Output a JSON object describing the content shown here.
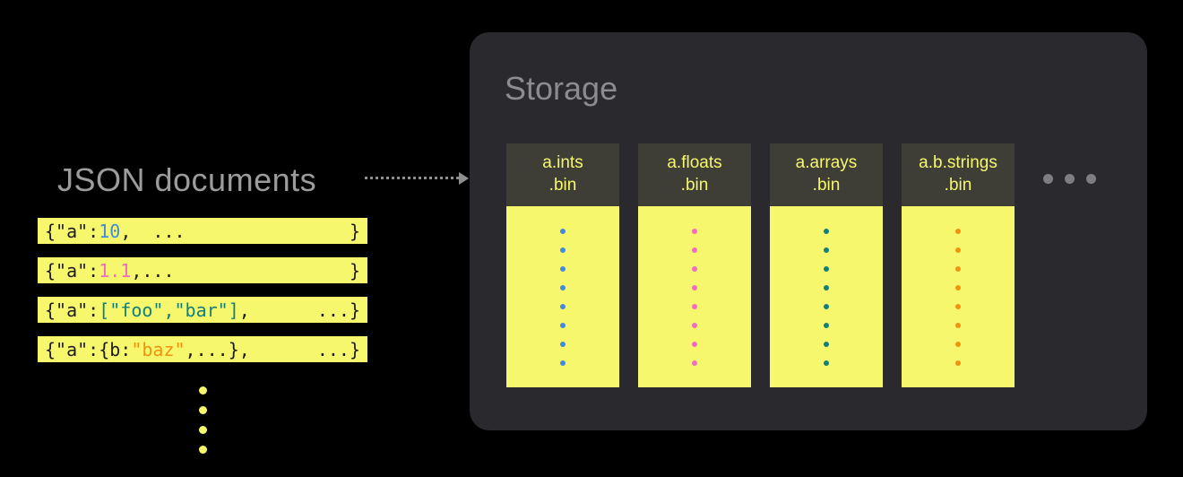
{
  "colors": {
    "code": "#1c1c1c",
    "blue": "#4489dd",
    "pink": "#f06cc4",
    "teal": "#12807a",
    "orange": "#f29310",
    "yellow": "#f7f76e",
    "panel": "#29292e",
    "header_bg": "#3e3e37",
    "label_gray": "#9c9c9c",
    "title_gray": "#8b8b90",
    "ellipsis_gray": "#7d7d82"
  },
  "left": {
    "title": "JSON documents",
    "rows": [
      {
        "segments": [
          {
            "text": "{\"a\":",
            "color": "code"
          },
          {
            "text": "10",
            "color": "blue"
          },
          {
            "text": ",  ...",
            "color": "code"
          }
        ],
        "right": "}"
      },
      {
        "segments": [
          {
            "text": "{\"a\":",
            "color": "code"
          },
          {
            "text": "1.1",
            "color": "pink"
          },
          {
            "text": ",...",
            "color": "code"
          }
        ],
        "right": "}"
      },
      {
        "segments": [
          {
            "text": "{\"a\":",
            "color": "code"
          },
          {
            "text": "[\"foo\",\"bar\"]",
            "color": "teal"
          },
          {
            "text": ", ",
            "color": "code"
          }
        ],
        "right": "...}"
      },
      {
        "segments": [
          {
            "text": "{\"a\":{b:",
            "color": "code"
          },
          {
            "text": "\"baz\"",
            "color": "orange"
          },
          {
            "text": ",...}, ",
            "color": "code"
          }
        ],
        "right": "...}"
      }
    ],
    "ellipsis_dot_count": 4
  },
  "storage": {
    "title": "Storage",
    "columns": [
      {
        "line1": "a.ints",
        "line2": ".bin",
        "dot_color": "blue",
        "dot_count": 8
      },
      {
        "line1": "a.floats",
        "line2": ".bin",
        "dot_color": "pink",
        "dot_count": 8
      },
      {
        "line1": "a.arrays",
        "line2": ".bin",
        "dot_color": "teal",
        "dot_count": 8
      },
      {
        "line1": "a.b.strings",
        "line2": ".bin",
        "dot_color": "orange",
        "dot_count": 8
      }
    ],
    "ellipsis_dot_count": 3
  }
}
